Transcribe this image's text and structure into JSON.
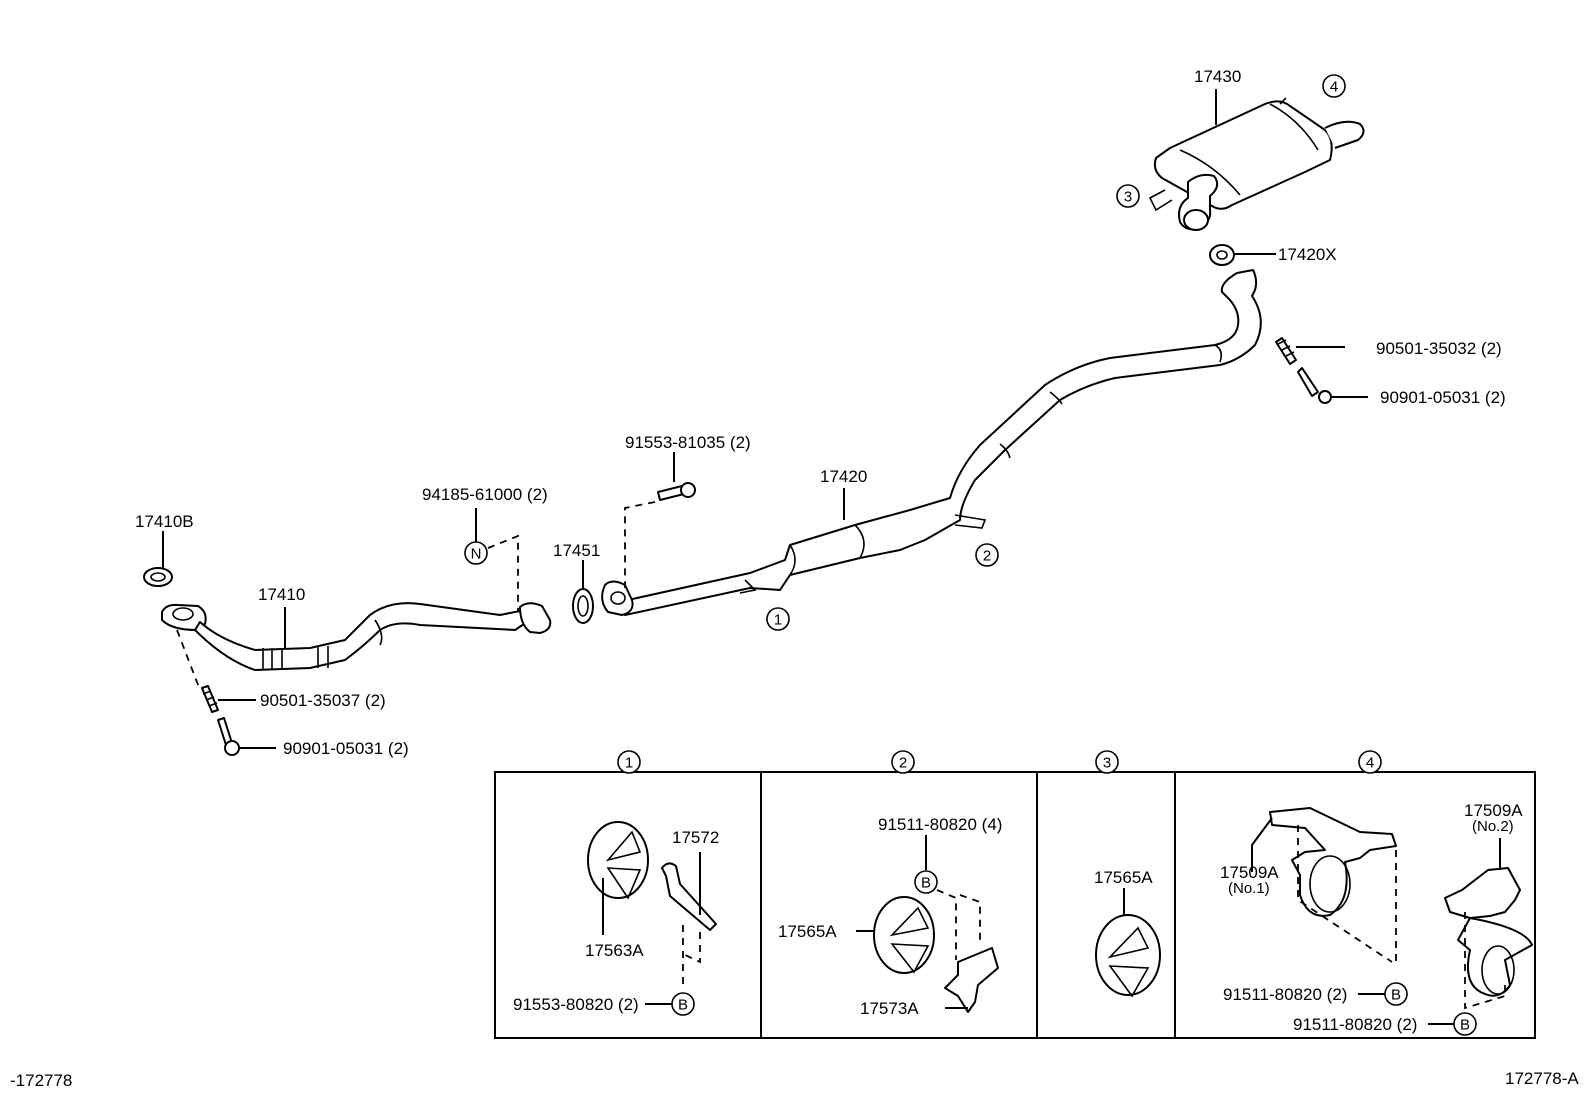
{
  "diagram": {
    "figure_id_left": "-172778",
    "figure_id_right": "172778-A",
    "parts": {
      "tail_muffler": "17430",
      "tail_gasket": "17420X",
      "spring_rear": "90501-35032 (2)",
      "bolt_rear": "90901-05031 (2)",
      "center_pipe": "17420",
      "bolt_center": "91553-81035 (2)",
      "nut": "94185-61000 (2)",
      "gasket_front": "17451",
      "front_gasket": "17410B",
      "front_pipe": "17410",
      "spring_front": "90501-35037 (2)",
      "bolt_front": "90901-05031 (2)"
    },
    "callouts": {
      "c1": "1",
      "c2": "2",
      "c3": "3",
      "c4": "4",
      "n": "N",
      "b": "B"
    },
    "detail_boxes": [
      {
        "id": "1",
        "labels": {
          "insulator": "17563A",
          "bracket": "17572",
          "bolt": "91553-80820 (2)"
        }
      },
      {
        "id": "2",
        "labels": {
          "bolt": "91511-80820 (4)",
          "insulator": "17565A",
          "bracket": "17573A"
        }
      },
      {
        "id": "3",
        "labels": {
          "insulator": "17565A"
        }
      },
      {
        "id": "4",
        "labels": {
          "support1": "17509A",
          "support1_sub": "(No.1)",
          "support2": "17509A",
          "support2_sub": "(No.2)",
          "bolt1": "91511-80820 (2)",
          "bolt2": "91511-80820 (2)"
        }
      }
    ]
  }
}
